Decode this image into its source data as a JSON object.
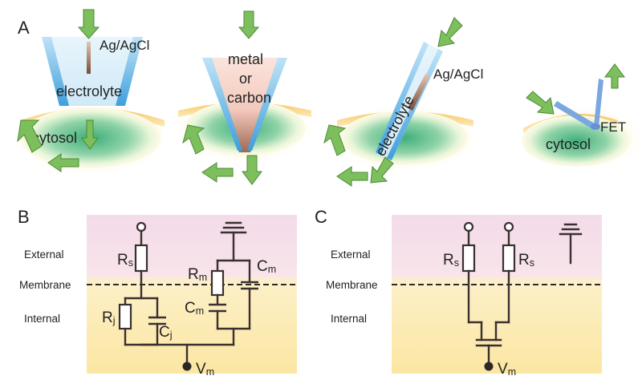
{
  "panel_a": {
    "letter": "A",
    "labels": {
      "agagcl_1": "Ag/AgCl",
      "electrolyte_1": "electrolyte",
      "cytosol_1": "cytosol",
      "metal": "metal",
      "or": "or",
      "carbon": "carbon",
      "agagcl_3": "Ag/AgCl",
      "electrolyte_3": "electrolyte",
      "fet": "FET",
      "cytosol_4": "cytosol"
    }
  },
  "panel_b": {
    "letter": "B",
    "side_labels": {
      "external": "External",
      "membrane": "Membrane",
      "internal": "Internal"
    },
    "components": {
      "rs": {
        "main": "R",
        "sub": "s"
      },
      "rj": {
        "main": "R",
        "sub": "j"
      },
      "cj": {
        "main": "C",
        "sub": "j"
      },
      "rm": {
        "main": "R",
        "sub": "m"
      },
      "cm_right": {
        "main": "C",
        "sub": "m"
      },
      "cm_left": {
        "main": "C",
        "sub": "m"
      },
      "vm": {
        "main": "V",
        "sub": "m"
      }
    }
  },
  "panel_c": {
    "letter": "C",
    "side_labels": {
      "external": "External",
      "membrane": "Membrane",
      "internal": "Internal"
    },
    "components": {
      "rs_left": {
        "main": "R",
        "sub": "s"
      },
      "rs_right": {
        "main": "R",
        "sub": "s"
      },
      "vm": {
        "main": "V",
        "sub": "m"
      }
    }
  },
  "colors": {
    "arrow_green": "#7cbf5c",
    "electrolyte_blue": "#5fb3e6",
    "cytosol_green": "#3fae7a",
    "membrane_orange": "#f2b544",
    "external_pink": "#f6dde9",
    "internal_yellow": "#fbe9a6"
  }
}
